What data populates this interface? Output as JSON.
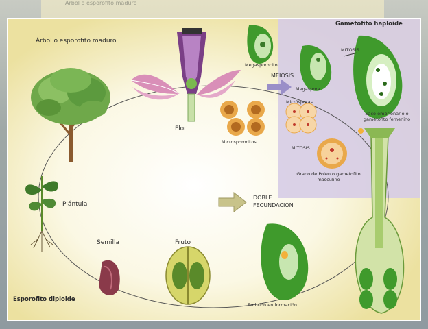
{
  "header_ghost": {
    "text": "Árbol o esporofito maduro"
  },
  "labels": {
    "tree": "Árbol o esporofito maduro",
    "flower": "Flor",
    "megasporocyte": "Megasporocito",
    "meiosis": "MEIOSIS",
    "megaspore": "Megaspora",
    "microspores": "Micrósporas",
    "microsporocytes": "Microsporocitos",
    "mitosis_top": "MITOSIS",
    "mitosis_mid": "MITOSIS",
    "pollen": "Grano de Polen o gametofito masculino",
    "embryo_sac": "Saco embrionario o gametofito femenino",
    "haploid": "Gametofito haploide",
    "double_fert": "DOBLE FECUNDACIÓN",
    "seedling": "Plántula",
    "seed": "Semilla",
    "fruit": "Fruto",
    "embryo": "Embrión en formación",
    "diploid": "Esporofito diploide"
  },
  "colors": {
    "haploid_bg": "#d9cfe8",
    "diploid_bg": "#f0e6a8",
    "arrow": "#9a8fc8",
    "leaf_green": "#3f9a2c",
    "pollen_orange": "#e9a84a",
    "petal_pink": "#d98fb8"
  }
}
